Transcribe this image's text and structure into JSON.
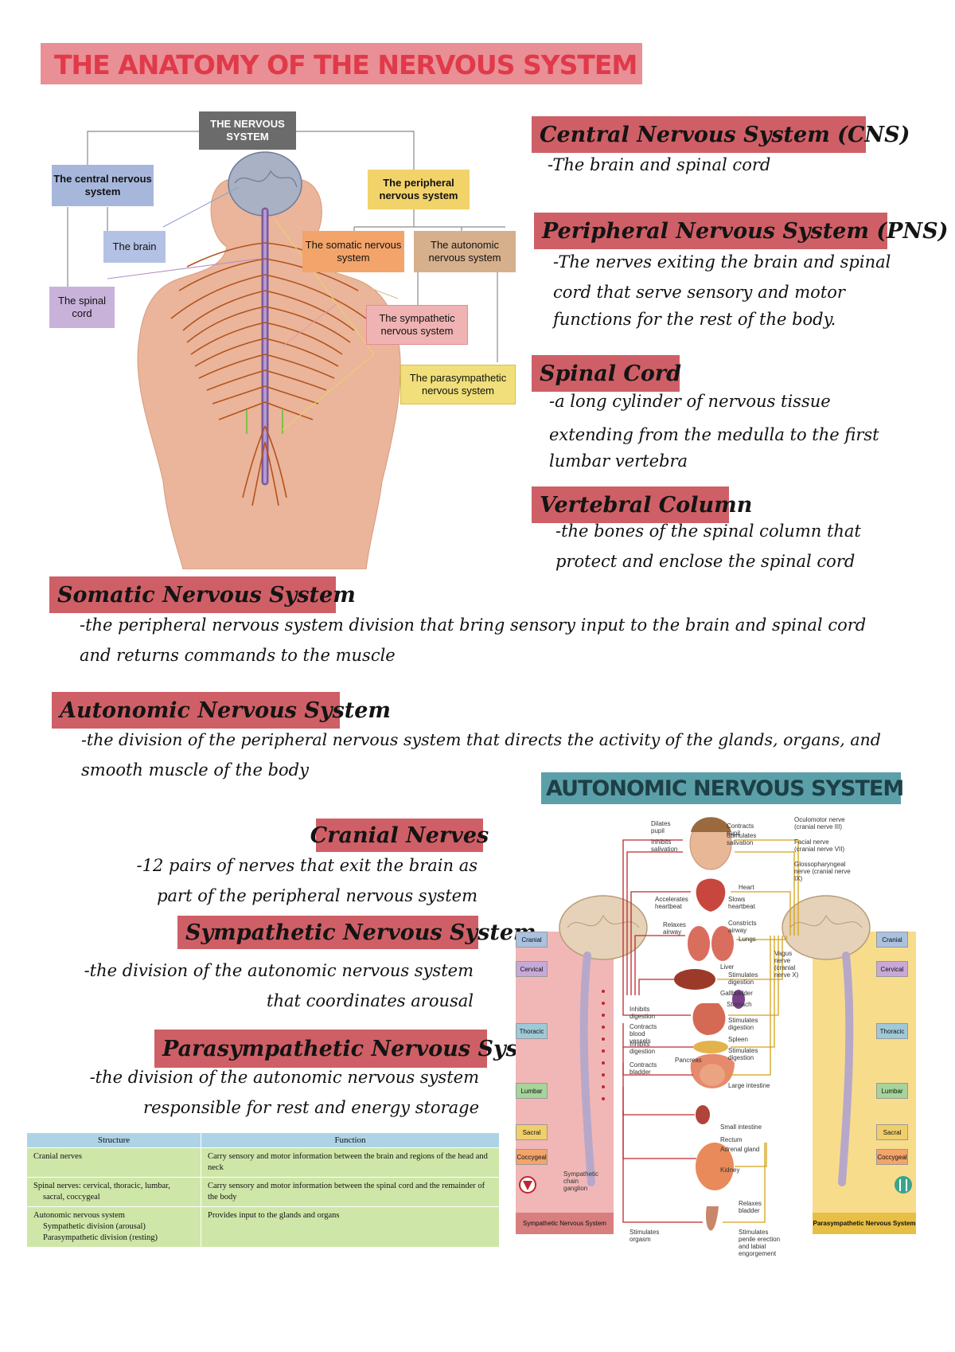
{
  "title": "THE ANATOMY OF THE NERVOUS SYSTEM",
  "diagram": {
    "root": "THE NERVOUS SYSTEM",
    "cns": "The central nervous system",
    "brain": "The brain",
    "spinal_cord": "The spinal cord",
    "pns": "The peripheral nervous system",
    "somatic": "The somatic nervous system",
    "autonomic": "The autonomic nervous system",
    "sympathetic": "The sympathetic nervous system",
    "parasympathetic": "The parasympathetic nervous system",
    "colors": {
      "cns": "#a7b7dc",
      "pns": "#f2d36a",
      "somatic": "#f3a46a",
      "autonomic": "#d6b08c",
      "sympathetic": "#f0b3b3",
      "parasympathetic": "#f0df7a",
      "root": "#6b6b6b"
    }
  },
  "sections": {
    "cns": {
      "heading": "Central Nervous System (CNS)",
      "text": "-The brain and spinal cord"
    },
    "pns": {
      "heading": "Peripheral Nervous System (PNS)",
      "lines": [
        "-The nerves exiting the brain and spinal",
        "cord that serve sensory and motor",
        "functions for the rest of the body."
      ]
    },
    "spinal_cord": {
      "heading": "Spinal Cord",
      "lines": [
        "-a long cylinder of nervous tissue",
        "extending from the medulla to the first",
        "lumbar vertebra"
      ]
    },
    "vertebral_column": {
      "heading": "Vertebral Column",
      "lines": [
        "-the bones of the spinal column that",
        "protect and enclose the spinal cord"
      ]
    },
    "somatic": {
      "heading": "Somatic Nervous System",
      "lines": [
        "-the peripheral nervous system division that bring sensory input to the brain and spinal cord",
        "and returns commands to the muscle"
      ]
    },
    "autonomic": {
      "heading": "Autonomic Nervous System",
      "lines": [
        "-the division of the peripheral nervous system that directs the activity of the glands, organs, and",
        "smooth muscle of the body"
      ]
    },
    "cranial": {
      "heading": "Cranial Nerves",
      "lines": [
        "-12 pairs of nerves that exit the brain as",
        "part of the peripheral nervous system"
      ]
    },
    "sympathetic": {
      "heading": "Sympathetic Nervous System",
      "lines": [
        "-the division of the autonomic nervous system",
        "that coordinates arousal"
      ]
    },
    "parasympathetic": {
      "heading": "Parasympathetic Nervous System",
      "lines": [
        "-the division of the autonomic nervous system",
        "responsible for rest and energy storage"
      ]
    }
  },
  "table": {
    "headers": [
      "Structure",
      "Function"
    ],
    "rows": [
      {
        "structure": [
          "Cranial nerves"
        ],
        "function": "Carry sensory and motor information between the brain and regions of the head and neck"
      },
      {
        "structure": [
          "Spinal nerves: cervical, thoracic, lumbar,",
          "sacral, coccygeal"
        ],
        "function": "Carry sensory and motor information between the spinal cord and the remainder of the body"
      },
      {
        "structure": [
          "Autonomic nervous system",
          "Sympathetic division (arousal)",
          "Parasympathetic division (resting)"
        ],
        "function": "Provides input to the glands and organs"
      }
    ]
  },
  "ans_figure": {
    "title": "AUTONOMIC NERVOUS SYSTEM",
    "left_tags": [
      "Cranial",
      "Cervical",
      "Thoracic",
      "Lumbar",
      "Sacral",
      "Coccygeal"
    ],
    "right_tags": [
      "Cranial",
      "Cervical",
      "Thoracic",
      "Lumbar",
      "Sacral",
      "Coccygeal"
    ],
    "left_footer": "Sympathetic Nervous System",
    "right_footer": "Parasympathetic Nervous System",
    "left_labels": [
      "Dilates pupil",
      "Inhibits salivation",
      "Accelerates heartbeat",
      "Relaxes airway",
      "Inhibits digestion",
      "Contracts blood vessels",
      "Inhibits digestion",
      "Contracts bladder",
      "Stimulates orgasm",
      "Sympathetic chain ganglion"
    ],
    "right_labels": [
      "Contracts pupil",
      "Stimulates salivation",
      "Slows heartbeat",
      "Constricts airway",
      "Stimulates digestion",
      "Stimulates digestion",
      "Stimulates digestion",
      "Relaxes bladder",
      "Stimulates penile erection and labial engorgement"
    ],
    "organ_labels": [
      "Heart",
      "Lungs",
      "Liver",
      "Gallbladder",
      "Stomach",
      "Spleen",
      "Pancreas",
      "Large intestine",
      "Small intestine",
      "Rectum",
      "Adrenal gland",
      "Kidney"
    ],
    "nerve_labels": [
      "Oculomotor nerve (cranial nerve III)",
      "Facial nerve (cranial nerve VII)",
      "Glossopharyngeal nerve (cranial nerve IX)",
      "Vagus nerve (cranial nerve X)"
    ],
    "colors": {
      "sympathetic_bg": "#f1b7b7",
      "parasympathetic_bg": "#f7dc8c",
      "nerve_red": "#c0272d",
      "nerve_yellow": "#d4a017",
      "title_bg": "#5ba0a8"
    }
  }
}
